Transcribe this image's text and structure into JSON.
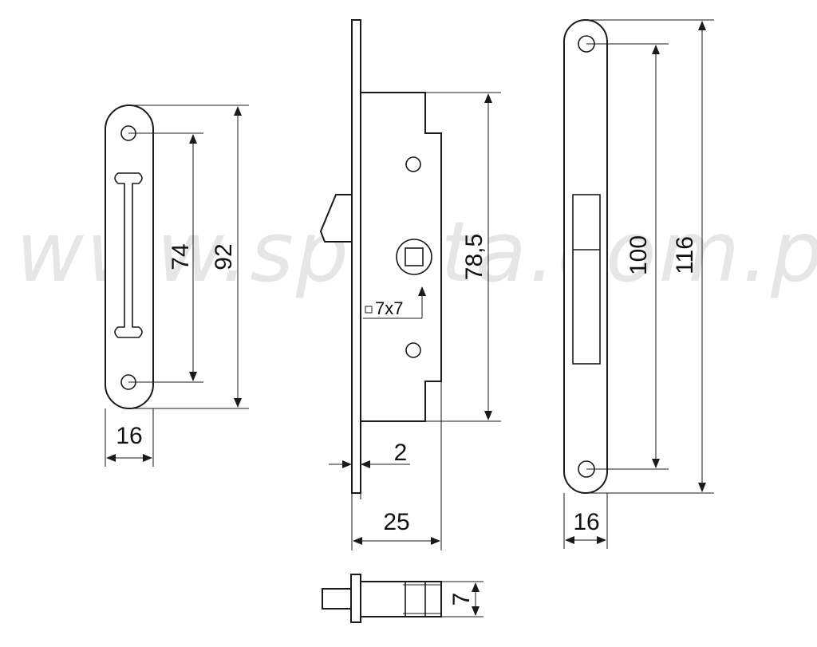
{
  "watermark": "www.sparta.com.pl",
  "colors": {
    "line": "#1a1a1a",
    "watermark": "#e6e6e6",
    "background": "#ffffff"
  },
  "dimensions": {
    "strike_hole_spacing": "74",
    "strike_height": "92",
    "strike_width": "16",
    "body_height": "78,5",
    "spindle_square": "7x7",
    "faceplate_thickness": "2",
    "backset": "25",
    "faceplate_hole_spacing": "100",
    "faceplate_height": "116",
    "faceplate_width": "16",
    "latch_height": "7"
  }
}
